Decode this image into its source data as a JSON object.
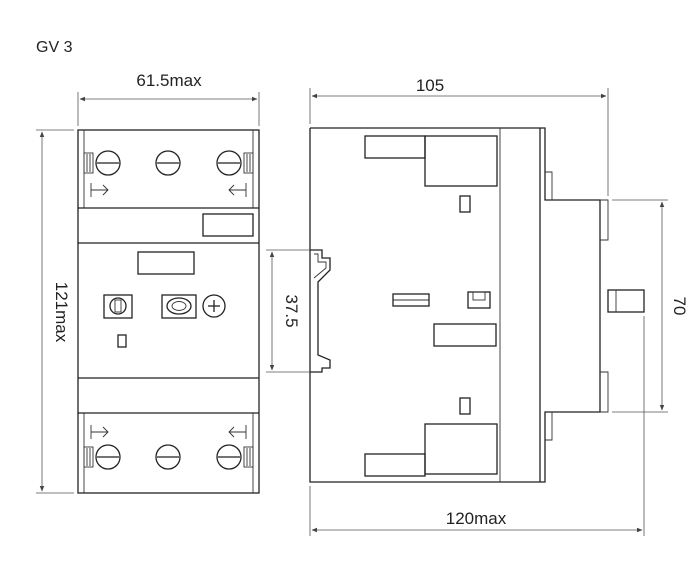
{
  "title": "GV 3",
  "dimensions": {
    "front_width": "61.5max",
    "front_height": "121max",
    "rail_height": "37.5",
    "side_top_width": "105",
    "side_right_height": "70",
    "side_total_width": "120max"
  }
}
